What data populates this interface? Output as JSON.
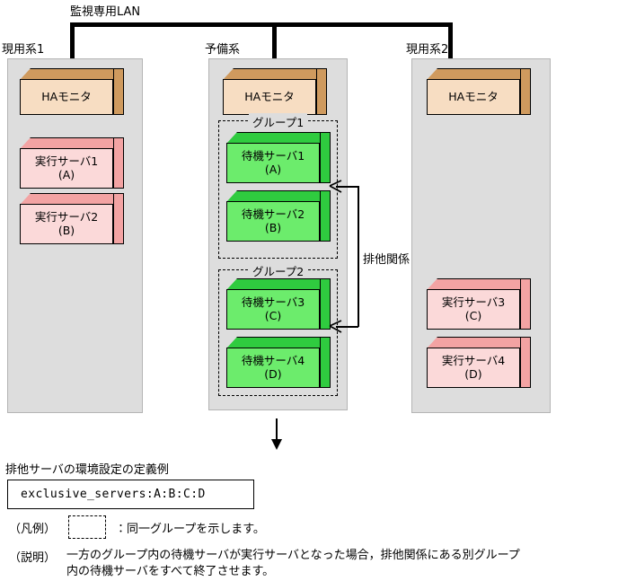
{
  "network": {
    "lan_label": "監視専用LAN"
  },
  "systems": [
    {
      "id": "active1",
      "label": "現用系1",
      "monitor": {
        "name": "HAモニタ"
      },
      "servers": [
        {
          "name": "実行サーバ1",
          "id": "(A)"
        },
        {
          "name": "実行サーバ2",
          "id": "(B)"
        }
      ]
    },
    {
      "id": "standby",
      "label": "予備系",
      "monitor": {
        "name": "HAモニタ"
      },
      "groups": [
        {
          "label": "グループ1",
          "servers": [
            {
              "name": "待機サーバ1",
              "id": "(A)"
            },
            {
              "name": "待機サーバ2",
              "id": "(B)"
            }
          ]
        },
        {
          "label": "グループ2",
          "servers": [
            {
              "name": "待機サーバ3",
              "id": "(C)"
            },
            {
              "name": "待機サーバ4",
              "id": "(D)"
            }
          ]
        }
      ]
    },
    {
      "id": "active2",
      "label": "現用系2",
      "monitor": {
        "name": "HAモニタ"
      },
      "servers": [
        {
          "name": "実行サーバ3",
          "id": "(C)"
        },
        {
          "name": "実行サーバ4",
          "id": "(D)"
        }
      ]
    }
  ],
  "relation": {
    "exclusive_label": "排他関係"
  },
  "definition": {
    "title": "排他サーバの環境設定の定義例",
    "code": "exclusive_servers:A:B:C:D"
  },
  "notes": {
    "legend_key": "（凡例）",
    "legend_text": "：同一グループを示します。",
    "explain_key": "（説明）",
    "explain_line1": "一方のグループ内の待機サーバが実行サーバとなった場合，排他関係にある別グループ",
    "explain_line2": "内の待機サーバをすべて終了させます。"
  },
  "colors": {
    "panel_bg": "#dddddd",
    "monitor_face": "#f7ddc2",
    "monitor_shade": "#cf9a5e",
    "active_face": "#fbd9d9",
    "active_shade": "#f3a3a3",
    "standby_face": "#6cec6c",
    "standby_shade": "#2fcb3f"
  }
}
